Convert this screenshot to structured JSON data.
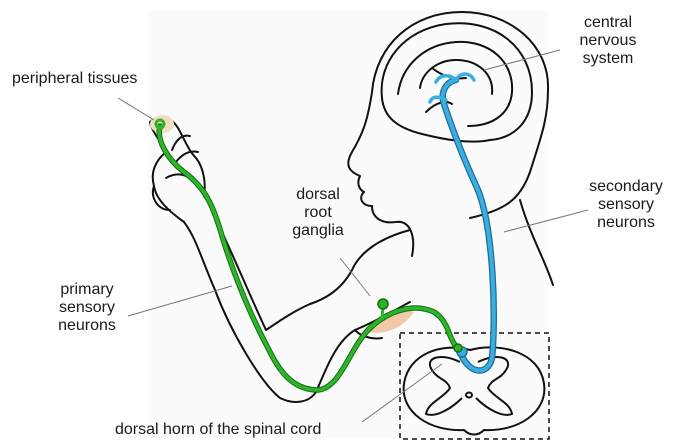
{
  "labels": {
    "peripheral": "peripheral tissues",
    "cns": [
      "central",
      "nervous",
      "system"
    ],
    "drg": [
      "dorsal",
      "root",
      "ganglia"
    ],
    "secondary": [
      "secondary",
      "sensory",
      "neurons"
    ],
    "primary": [
      "primary",
      "sensory",
      "neurons"
    ],
    "dorsal_horn": "dorsal horn of the spinal cord"
  },
  "colors": {
    "primary_neuron": "#2db52a",
    "secondary_neuron": "#3aaee0",
    "outline": "#111111",
    "ganglion_fill": "#f2c9a8",
    "leader_line": "#777777"
  }
}
